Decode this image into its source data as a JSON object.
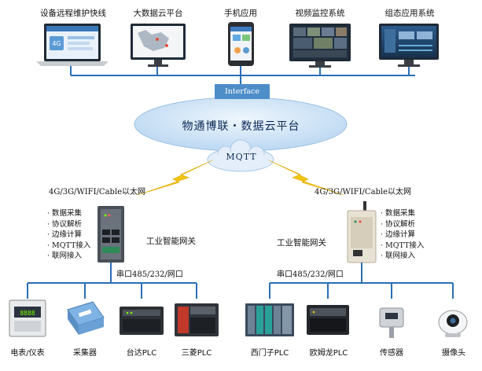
{
  "apps": [
    {
      "label": "设备远程维护快线"
    },
    {
      "label": "大数据云平台"
    },
    {
      "label": "手机应用"
    },
    {
      "label": "视频监控系统"
    },
    {
      "label": "组态应用系统"
    }
  ],
  "interface_label": "Interface",
  "cloud_label": "物通博联・数据云平台",
  "mqtt_label": "MQTT",
  "left_gateway": {
    "network": "4G/3G/WIFI/Cable以太网",
    "name": "工业智能网关",
    "port": "串口485/232/网口",
    "features": [
      "· 数据采集",
      "· 协议解析",
      "· 边缘计算",
      "· MQTT接入",
      "· 联网接入"
    ],
    "devices": [
      {
        "label": "电表/仪表"
      },
      {
        "label": "采集器"
      },
      {
        "label": "台达PLC"
      },
      {
        "label": "三菱PLC"
      }
    ]
  },
  "right_gateway": {
    "network": "4G/3G/WIFI/Cable以太网",
    "name": "工业智能网关",
    "port": "串口485/232/网口",
    "features": [
      "· 数据采集",
      "· 协议解析",
      "· 边缘计算",
      "· MQTT接入",
      "· 联网接入"
    ],
    "devices": [
      {
        "label": "西门子PLC"
      },
      {
        "label": "欧姆龙PLC"
      },
      {
        "label": "传感器"
      },
      {
        "label": "摄像头"
      }
    ]
  },
  "colors": {
    "connector": "#2a6fb5",
    "cloud": "#cfe3f6",
    "interface": "#4d8ec9",
    "lightning": "#f1c40f"
  }
}
